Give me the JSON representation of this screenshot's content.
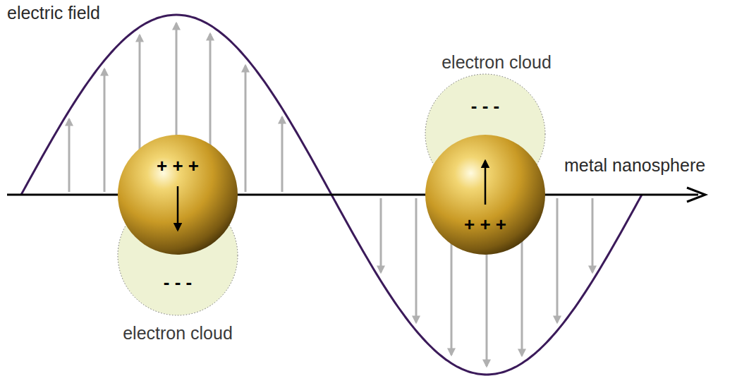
{
  "diagram": {
    "nodes": [
      {
        "text": [
          "+ + +"
        ]
      },
      {
        "text": [
          "- - -",
          "electron cloud"
        ]
      },
      {
        "text": [
          "electron cloud",
          "- - -"
        ]
      },
      {
        "text": [
          "+ + +"
        ]
      }
    ],
    "labels": [
      "electric field",
      "metal nanosphere"
    ]
  }
}
